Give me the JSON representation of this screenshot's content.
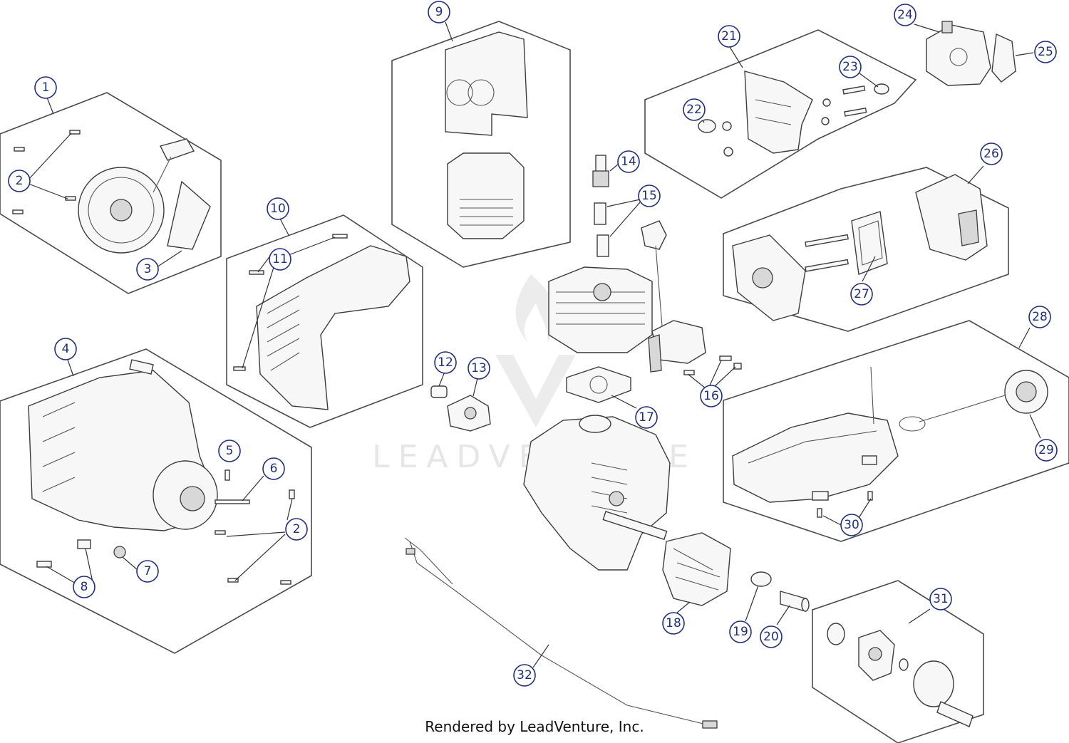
{
  "watermark": {
    "text": "LEADVENTURE"
  },
  "footer": {
    "text": "Rendered by LeadVenture, Inc."
  },
  "callouts": [
    "1",
    "2",
    "3",
    "4",
    "5",
    "6",
    "2",
    "7",
    "8",
    "9",
    "10",
    "11",
    "12",
    "13",
    "14",
    "15",
    "16",
    "17",
    "18",
    "19",
    "20",
    "21",
    "22",
    "23",
    "24",
    "25",
    "26",
    "27",
    "28",
    "29",
    "30",
    "31",
    "32"
  ]
}
